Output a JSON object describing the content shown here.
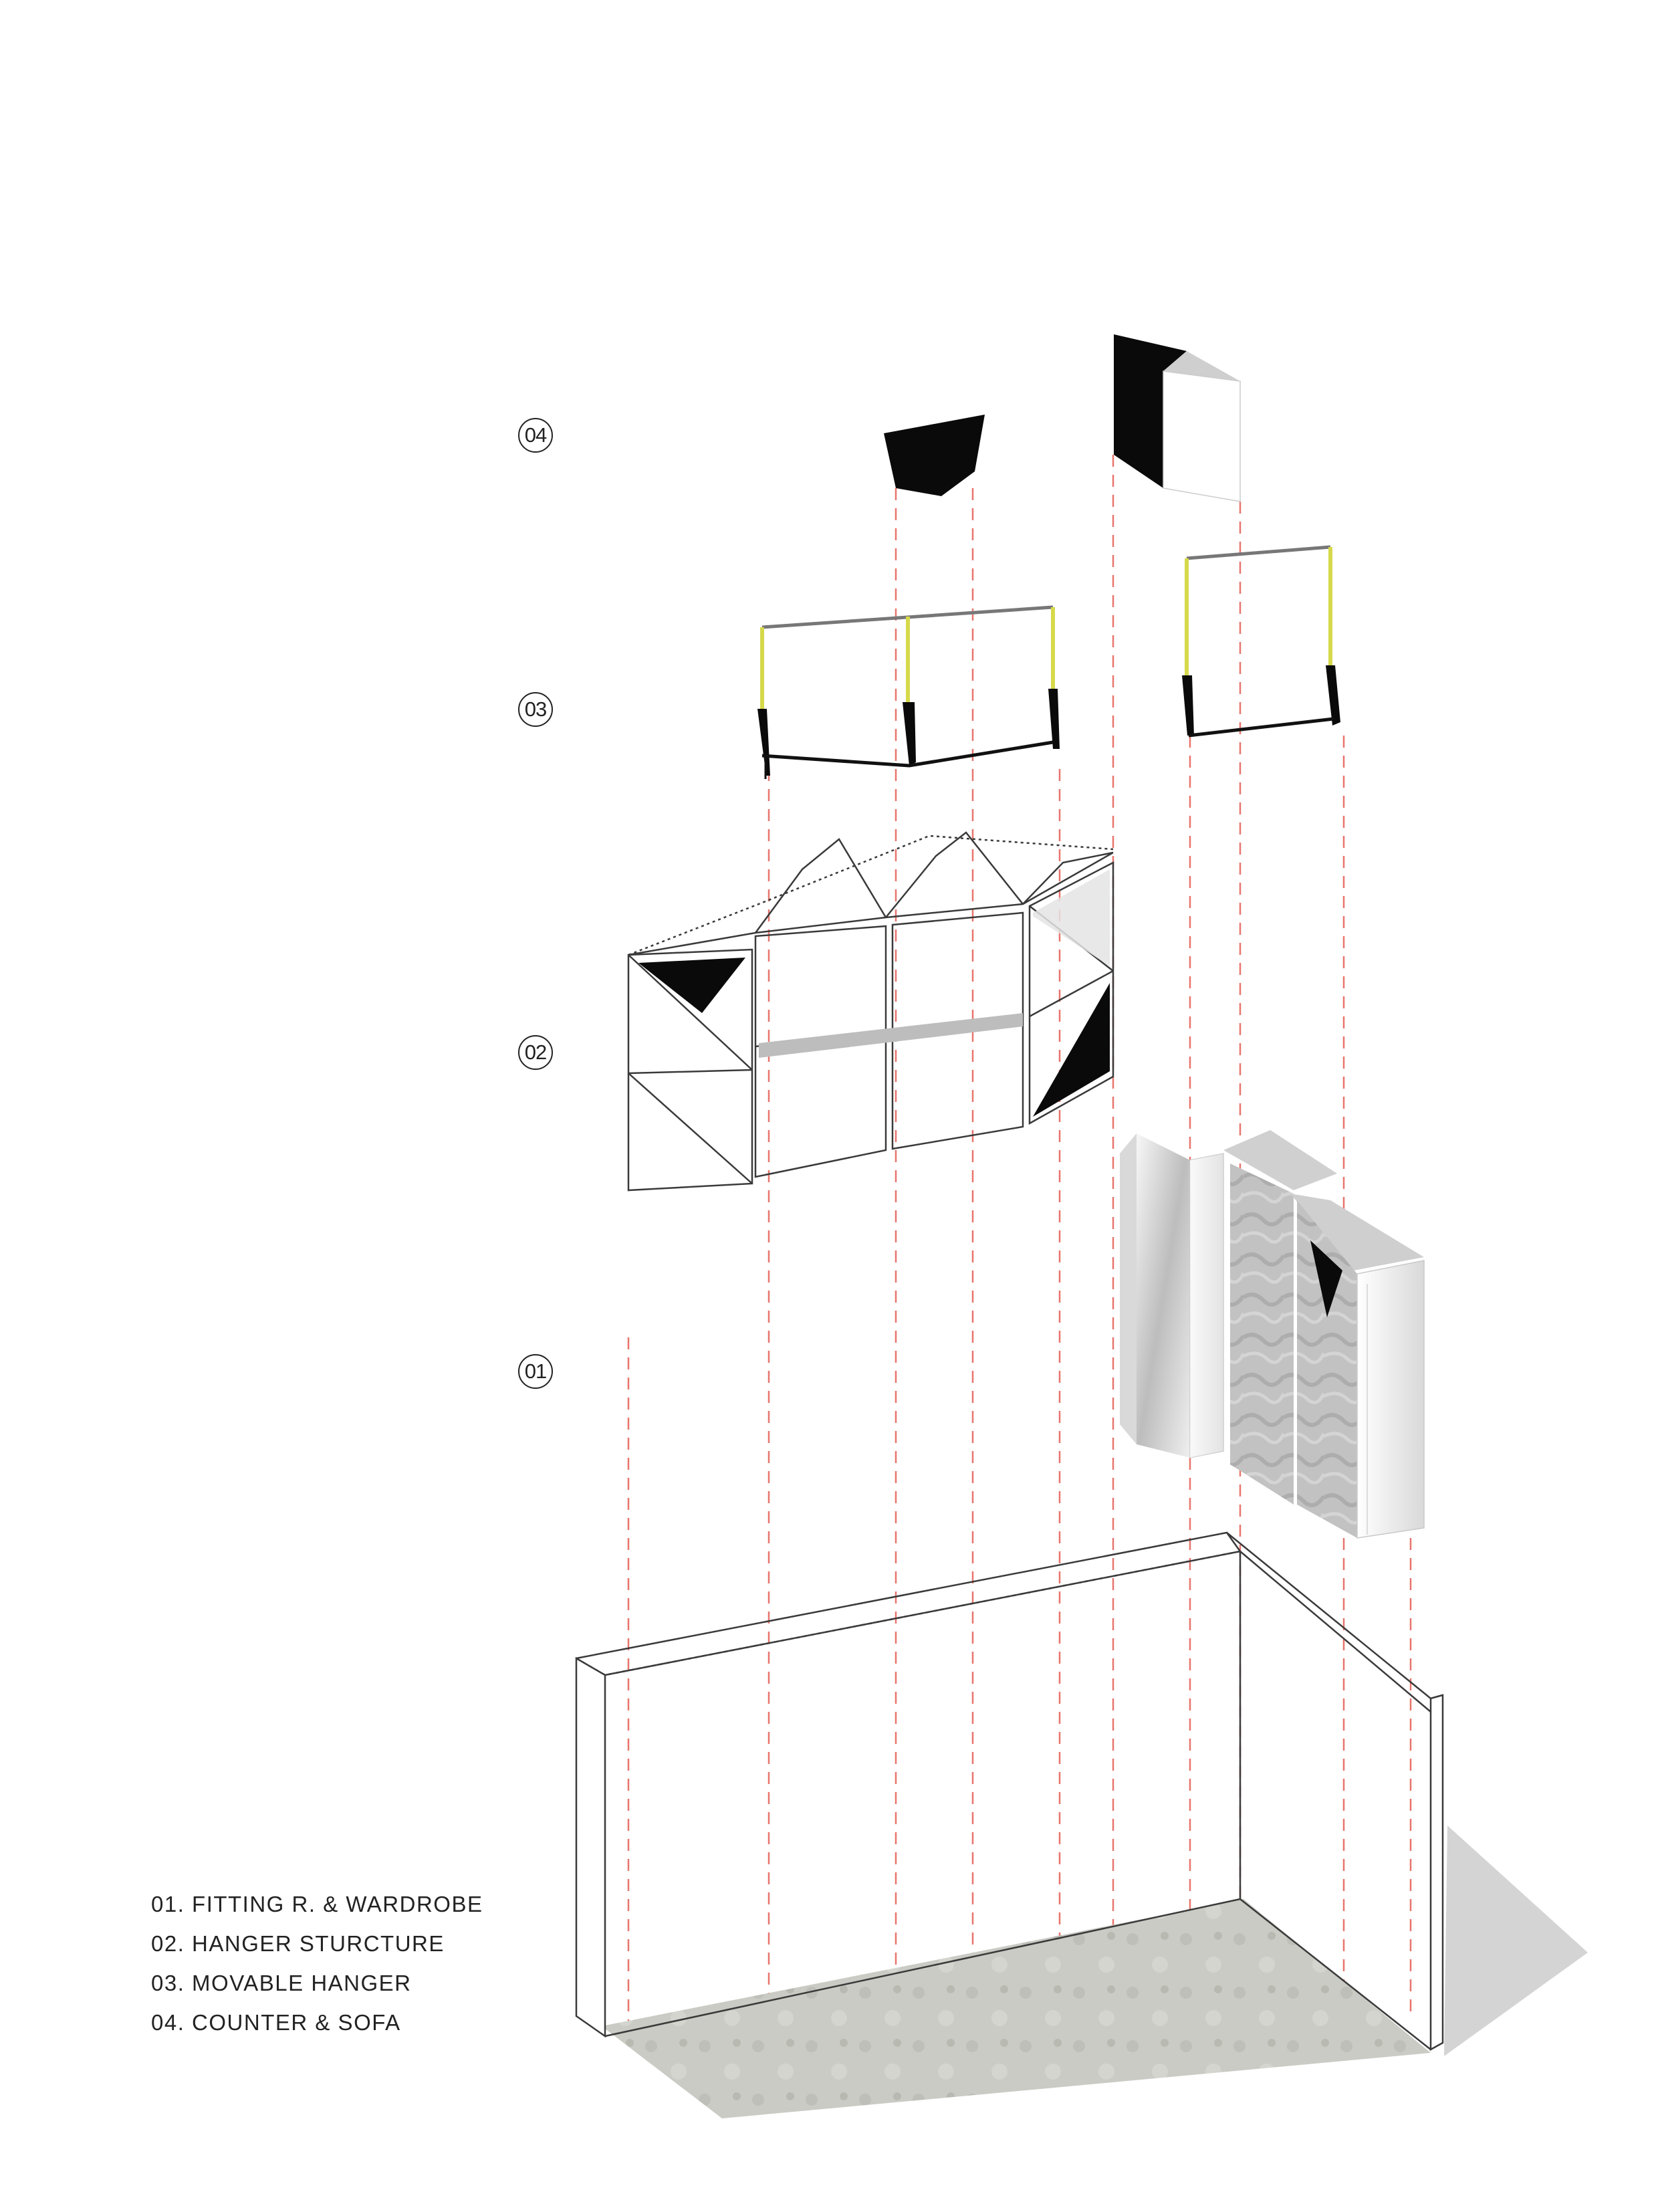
{
  "levels": [
    {
      "id": "04",
      "label": "04"
    },
    {
      "id": "03",
      "label": "03"
    },
    {
      "id": "02",
      "label": "02"
    },
    {
      "id": "01",
      "label": "01"
    }
  ],
  "legend": [
    "01. FITTING R. & WARDROBE",
    "02. HANGER STURCTURE",
    "03. MOVABLE HANGER",
    "04. COUNTER & SOFA"
  ],
  "colors": {
    "guide": "#e8756d",
    "line": "#3a3a3a",
    "fill_black": "#0a0a0a",
    "floor": "#c9cbc4",
    "hanger_pole": "#d6d94a",
    "shadow": "#d4d4d4",
    "panel_grey": "#cfcfcf"
  }
}
